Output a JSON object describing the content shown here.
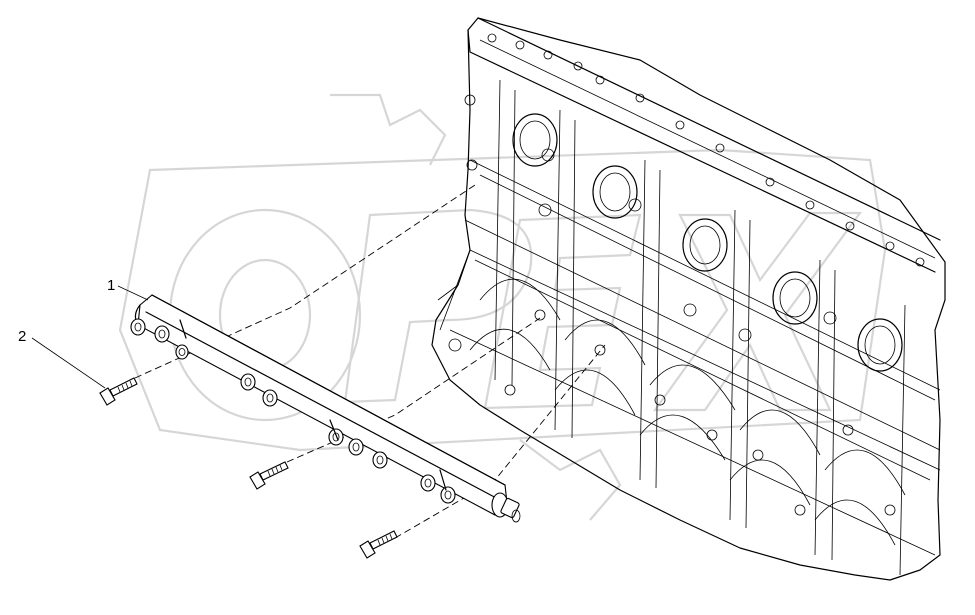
{
  "diagram": {
    "callouts": [
      {
        "id": "1",
        "label": "1"
      },
      {
        "id": "2",
        "label": "2"
      }
    ],
    "watermark_icon": "opex-watermark-logo",
    "colors": {
      "line": "#000000",
      "watermark": "#d6d6d6",
      "background": "#ffffff"
    }
  }
}
